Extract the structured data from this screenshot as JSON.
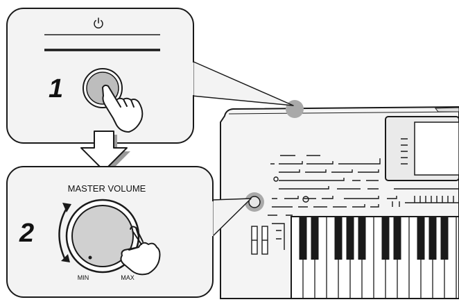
{
  "panel1": {
    "step_number": "1",
    "icon": "power-icon"
  },
  "panel2": {
    "step_number": "2",
    "title": "MASTER VOLUME",
    "min_label": "MIN",
    "max_label": "MAX"
  },
  "colors": {
    "outline": "#1a1a1a",
    "panel_fill": "#f3f3f3",
    "button_fill": "#bdbdbd",
    "knob_fill": "#d0d0d0",
    "highlight": "#a9a9a9",
    "arrow_shadow": "#9a9a9a"
  }
}
